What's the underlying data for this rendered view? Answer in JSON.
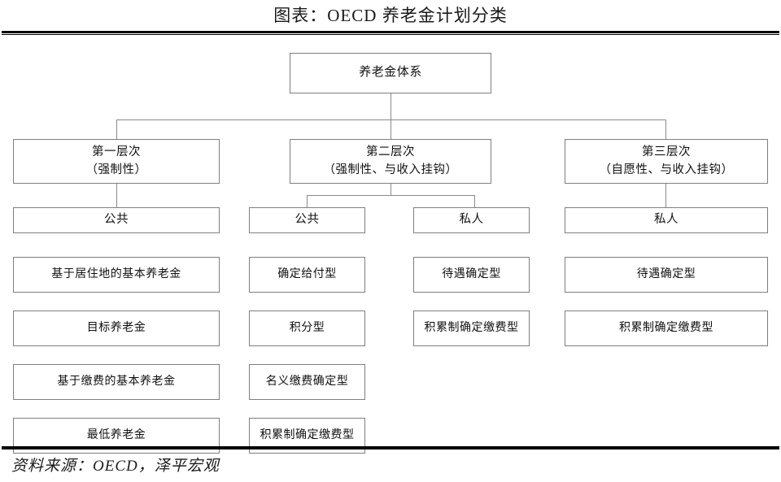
{
  "header": {
    "title": "图表：OECD 养老金计划分类"
  },
  "diagram": {
    "root": {
      "label": "养老金体系"
    },
    "tiers": [
      {
        "label": "第一层次\n（强制性）"
      },
      {
        "label": "第二层次\n（强制性、与收入挂钩）"
      },
      {
        "label": "第三层次\n（自愿性、与收入挂钩）"
      }
    ],
    "kinds": [
      {
        "label": "公共"
      },
      {
        "label": "公共"
      },
      {
        "label": "私人"
      },
      {
        "label": "私人"
      }
    ],
    "columns": [
      {
        "items": [
          "基于居住地的基本养老金",
          "目标养老金",
          "基于缴费的基本养老金",
          "最低养老金"
        ]
      },
      {
        "items": [
          "确定给付型",
          "积分型",
          "名义缴费确定型",
          "积累制确定缴费型"
        ]
      },
      {
        "items": [
          "待遇确定型",
          "积累制确定缴费型"
        ]
      },
      {
        "items": [
          "待遇确定型",
          "积累制确定缴费型"
        ]
      }
    ]
  },
  "footer": {
    "source": "资料来源：OECD，泽平宏观"
  },
  "colors": {
    "box_border": "#7f7f7f",
    "connector": "#8a8a8a",
    "rule": "#000000",
    "background": "#ffffff",
    "text": "#111111"
  }
}
